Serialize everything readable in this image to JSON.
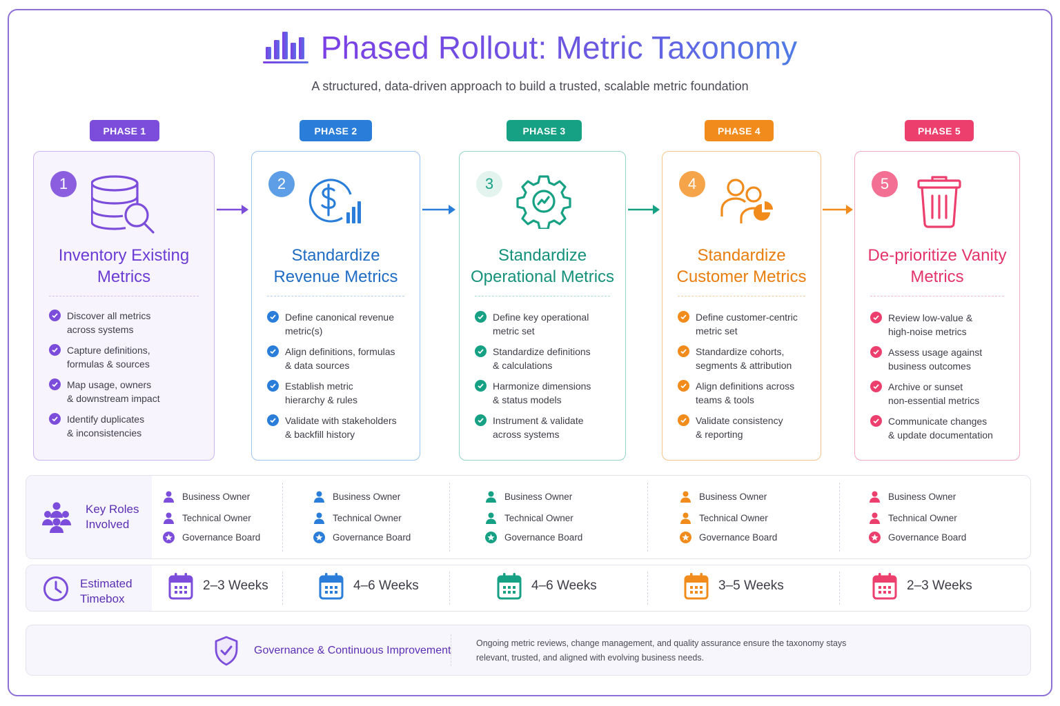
{
  "header": {
    "title": "Phased Rollout: Metric Taxonomy",
    "subtitle": "A structured, data-driven approach to build a trusted, scalable metric foundation"
  },
  "phases": [
    {
      "badge": "PHASE 1",
      "number": "1",
      "color": "#7c4ddb",
      "light": "#f5f2fc",
      "border": "#c9b6f0",
      "icon": "database-search-icon",
      "title_line1": "Inventory Existing",
      "title_line2": "Metrics",
      "items": [
        [
          "Discover all metrics",
          "across systems"
        ],
        [
          "Capture definitions,",
          "formulas & sources"
        ],
        [
          "Map usage, owners",
          "& downstream impact"
        ],
        [
          "Identify duplicates",
          "& inconsistencies"
        ]
      ],
      "timebox": "2–3 Weeks"
    },
    {
      "badge": "PHASE 2",
      "number": "2",
      "color": "#2a7ed9",
      "light": "#ffffff",
      "border": "#9cc4ee",
      "icon": "dollar-chart-icon",
      "title_line1": "Standardize",
      "title_line2": "Revenue Metrics",
      "items": [
        [
          "Define canonical revenue",
          "metric(s)"
        ],
        [
          "Align definitions, formulas",
          "& data sources"
        ],
        [
          "Establish metric",
          "hierarchy & rules"
        ],
        [
          "Validate with stakeholders",
          "& backfill history"
        ]
      ],
      "timebox": "4–6 Weeks"
    },
    {
      "badge": "PHASE 3",
      "number": "3",
      "color": "#17a184",
      "light": "#ffffff",
      "border": "#8fd4c4",
      "icon": "gear-chart-icon",
      "title_line1": "Standardize",
      "title_line2": "Operational Metrics",
      "items": [
        [
          "Define key operational",
          "metric set"
        ],
        [
          "Standardize definitions",
          "& calculations"
        ],
        [
          "Harmonize dimensions",
          "& status models"
        ],
        [
          "Instrument & validate",
          "across systems"
        ]
      ],
      "timebox": "4–6 Weeks"
    },
    {
      "badge": "PHASE 4",
      "number": "4",
      "color": "#f18b1b",
      "light": "#ffffff",
      "border": "#f6c48a",
      "icon": "customers-pie-icon",
      "title_line1": "Standardize",
      "title_line2": "Customer Metrics",
      "items": [
        [
          "Define customer-centric",
          "metric set"
        ],
        [
          "Standardize cohorts,",
          "segments & attribution"
        ],
        [
          "Align definitions across",
          "teams & tools"
        ],
        [
          "Validate consistency",
          "& reporting"
        ]
      ],
      "timebox": "3–5 Weeks"
    },
    {
      "badge": "PHASE 5",
      "number": "5",
      "color": "#ec3f6e",
      "light": "#ffffff",
      "border": "#f4a6bd",
      "icon": "trash-icon",
      "title_line1": "De-prioritize Vanity",
      "title_line2": "Metrics",
      "items": [
        [
          "Review low-value &",
          "high-noise metrics"
        ],
        [
          "Assess usage against",
          "business outcomes"
        ],
        [
          "Archive or sunset",
          "non-essential metrics"
        ],
        [
          "Communicate changes",
          "& update documentation"
        ]
      ],
      "timebox": "2–3 Weeks"
    }
  ],
  "roles": {
    "label_line1": "Key Roles",
    "label_line2": "Involved",
    "names": [
      "Business Owner",
      "Technical Owner",
      "Governance Board"
    ]
  },
  "timebox": {
    "label_line1": "Estimated",
    "label_line2": "Timebox"
  },
  "governance": {
    "title": "Governance & Continuous Improvement",
    "text": "Ongoing metric reviews, change management, and quality assurance ensure the taxonomy stays relevant, trusted, and aligned with evolving business needs."
  }
}
